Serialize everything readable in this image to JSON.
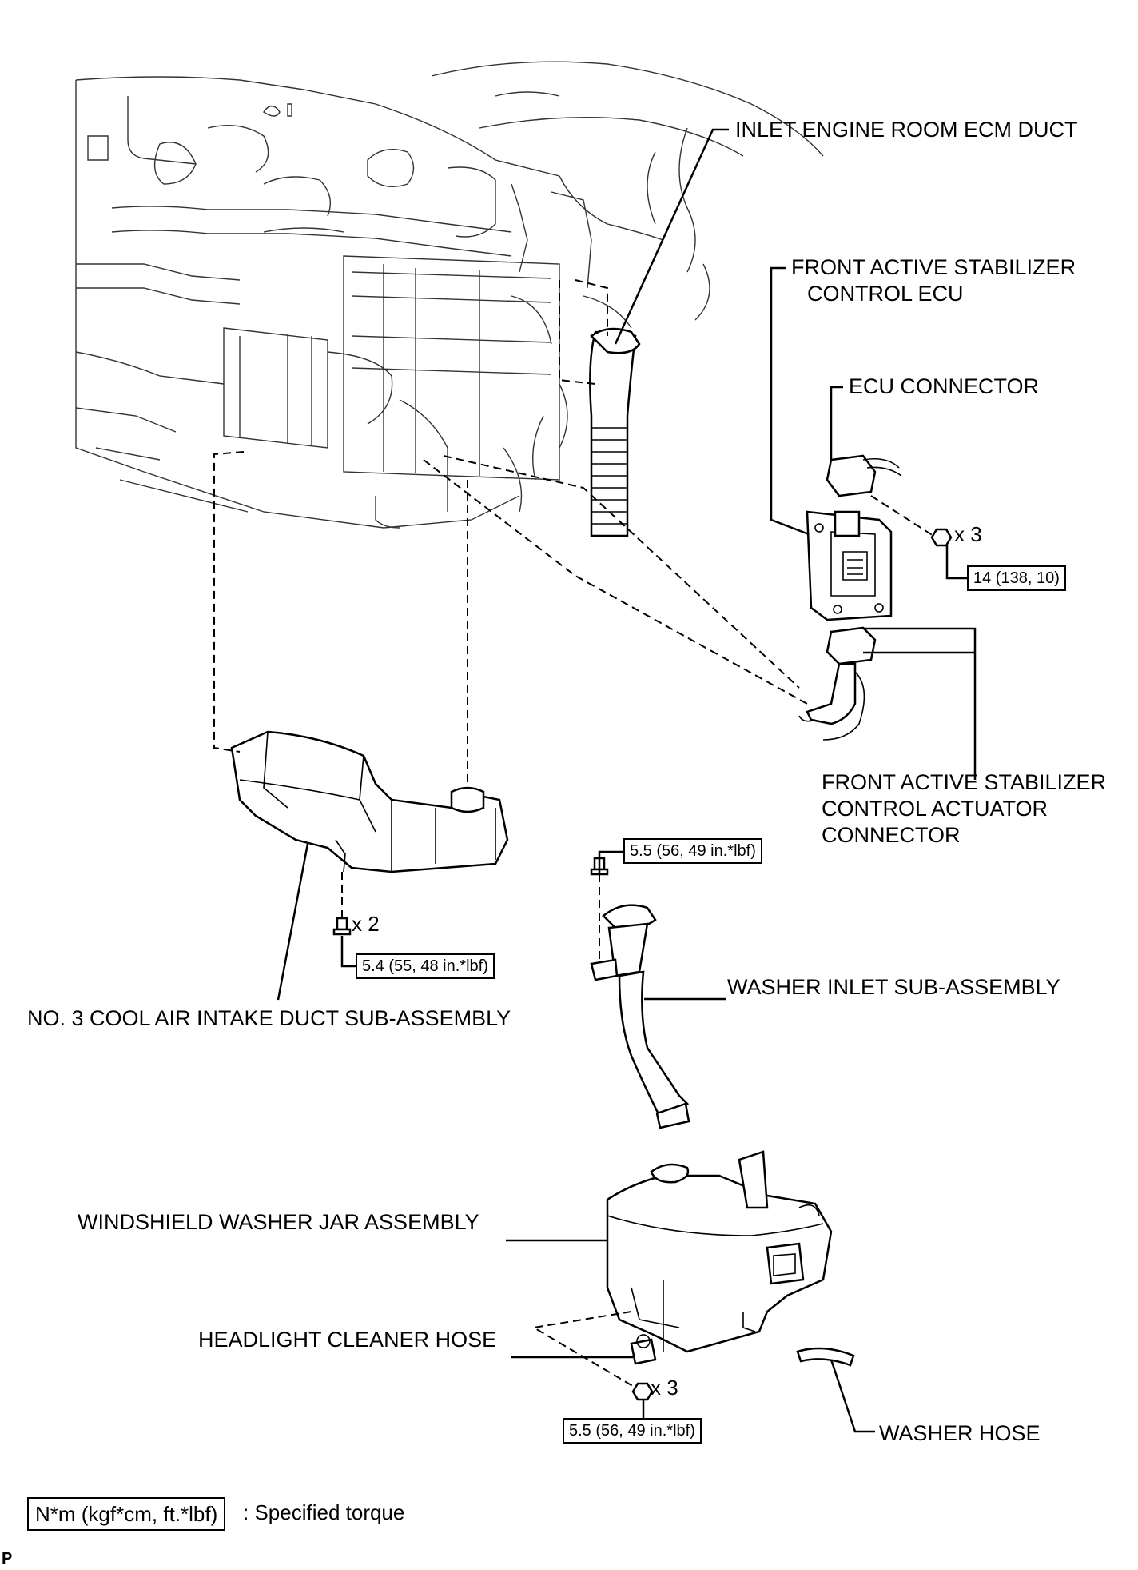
{
  "labels": {
    "inlet_engine_room_ecm_duct": "INLET ENGINE ROOM ECM DUCT",
    "front_active_stabilizer_ecu_line1": "FRONT ACTIVE STABILIZER",
    "front_active_stabilizer_ecu_line2": "CONTROL ECU",
    "ecu_connector": "ECU CONNECTOR",
    "actuator_connector_line1": "FRONT ACTIVE STABILIZER",
    "actuator_connector_line2": "CONTROL ACTUATOR",
    "actuator_connector_line3": "CONNECTOR",
    "no3_cool_air_intake_duct": "NO. 3 COOL AIR INTAKE DUCT SUB-ASSEMBLY",
    "washer_inlet": "WASHER INLET SUB-ASSEMBLY",
    "windshield_washer_jar": "WINDSHIELD WASHER JAR ASSEMBLY",
    "headlight_cleaner_hose": "HEADLIGHT CLEANER HOSE",
    "washer_hose": "WASHER HOSE"
  },
  "torques": {
    "ecu_bolts": "14 (138, 10)",
    "washer_inlet_bolt": "5.5 (56, 49 in.*lbf)",
    "duct_bolts": "5.4 (55, 48 in.*lbf)",
    "jar_bolts": "5.5 (56, 49 in.*lbf)"
  },
  "quantities": {
    "ecu_bolts": "x 3",
    "duct_bolts": "x 2",
    "jar_bolts": "x 3"
  },
  "legend": {
    "unit_box": "N*m (kgf*cm, ft.*lbf)",
    "description": ": Specified torque"
  },
  "corner_mark": "P"
}
